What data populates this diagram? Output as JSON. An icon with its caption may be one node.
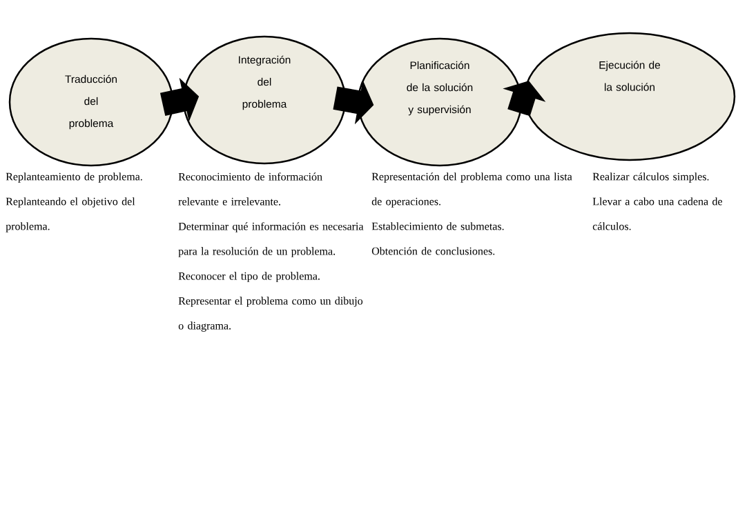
{
  "diagram": {
    "nodes": [
      {
        "text": [
          "Traducción del problema"
        ],
        "beside": [
          "Replanteamiento de problema.",
          "Replanteando el objetivo del problema."
        ]
      },
      {
        "text": [
          "Integración del problema"
        ],
        "beside": [
          "Reconocimiento de información relevante e irrelevante.",
          "Determinar qué información es necesaria para la resolución de un problema.",
          "Reconocer el tipo de problema.",
          "Representar el problema como un dibujo o diagrama."
        ]
      },
      {
        "text": [
          "Planificación de la solución y supervisión"
        ],
        "beside": [
          "Representación del problema como una lista de operaciones.",
          "Establecimiento de submetas.",
          "Obtención de conclusiones."
        ]
      },
      {
        "text": [
          "Ejecución de la solución"
        ],
        "beside": [
          "Realizar cálculos simples.",
          "Llevar a cabo una cadena de cálculos."
        ]
      }
    ],
    "edges": [
      {
        "from": 0,
        "to": 1,
        "arrow": "to"
      },
      {
        "from": 1,
        "to": 2,
        "arrow": "to"
      },
      {
        "from": 2,
        "to": 3,
        "arrow": "to"
      }
    ]
  }
}
